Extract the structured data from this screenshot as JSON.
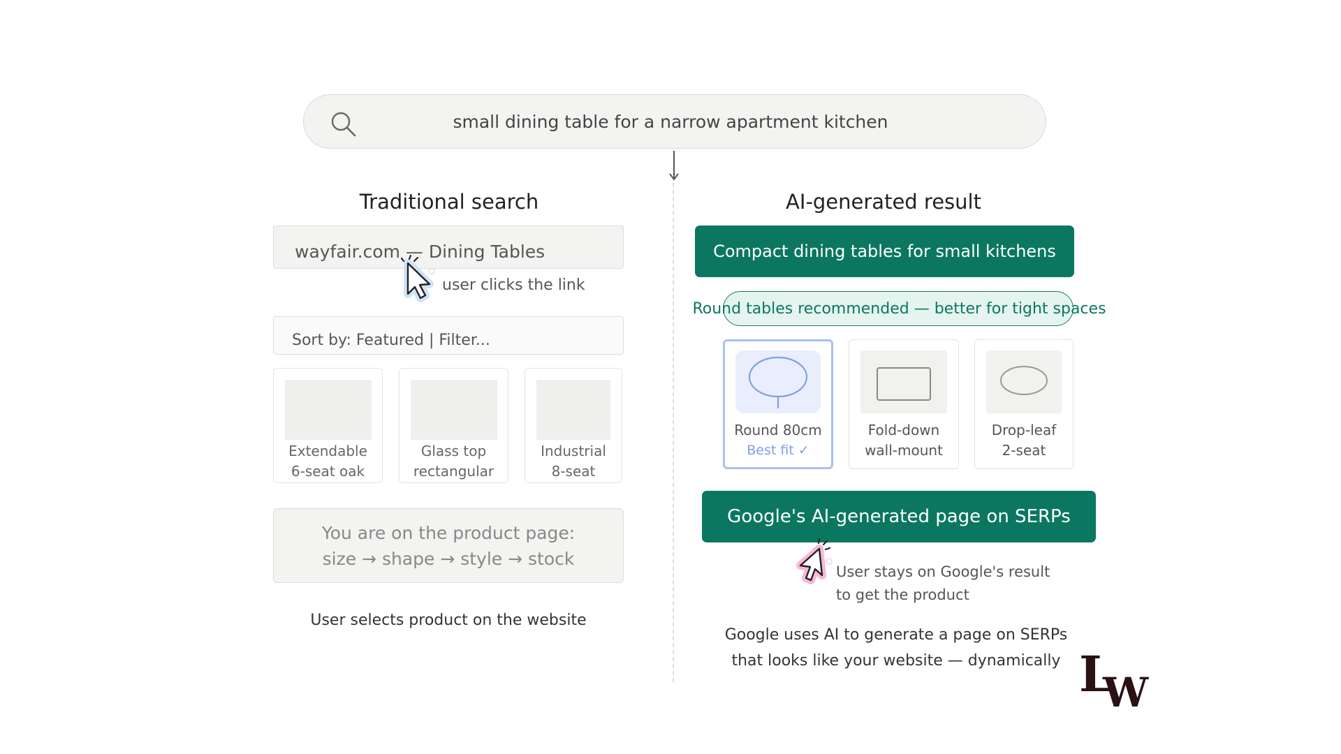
{
  "search": {
    "query": "small dining table for a narrow apartment kitchen"
  },
  "left": {
    "title": "Traditional search",
    "link_text": "wayfair.com — Dining Tables",
    "click_note": "user clicks the link",
    "sort_text": "Sort by: Featured | Filter...",
    "products": [
      {
        "line1": "Extendable",
        "line2": "6-seat oak"
      },
      {
        "line1": "Glass top",
        "line2": "rectangular"
      },
      {
        "line1": "Industrial",
        "line2": "8-seat"
      }
    ],
    "product_page": {
      "line1": "You are on the product page:",
      "line2": "size → shape → style → stock"
    },
    "caption": "User selects product on the website"
  },
  "right": {
    "title": "AI-generated result",
    "banner": "Compact dining tables for small kitchens",
    "recommendation": "Round tables recommended — better for tight spaces",
    "options": [
      {
        "line1": "Round 80cm",
        "line2": "Best fit ✓",
        "shape": "round-table-icon",
        "selected": true
      },
      {
        "line1": "Fold-down",
        "line2": "wall-mount",
        "shape": "rectangle-table-icon",
        "selected": false
      },
      {
        "line1": "Drop-leaf",
        "line2": "2-seat",
        "shape": "oval-table-icon",
        "selected": false
      }
    ],
    "google_banner": "Google's AI-generated page on SERPs",
    "stays_note": {
      "line1": "User stays on Google's result",
      "line2": "to get the product"
    },
    "caption": {
      "line1": "Google uses AI to generate a page on SERPs",
      "line2": "that looks like your website — dynamically"
    }
  },
  "colors": {
    "green": "#0b7761",
    "pill_bg": "#e5f4ef",
    "selected_border": "#a8bff2",
    "best_fit": "#7f9ee6",
    "cursor_blue_glow": "#cfe3f7",
    "cursor_pink_glow": "#f7b8d6"
  },
  "logo": {
    "lettering": "LW"
  }
}
